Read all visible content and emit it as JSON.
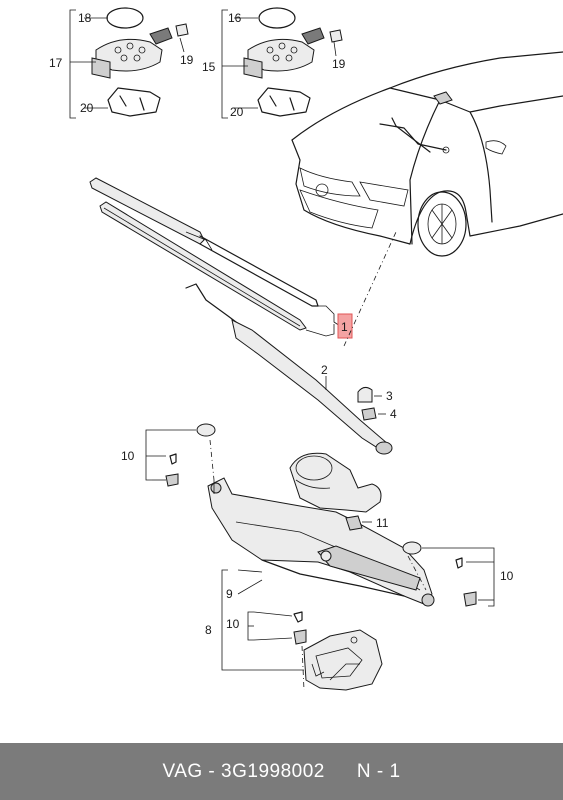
{
  "callouts": {
    "c1": "1",
    "c2": "2",
    "c3": "3",
    "c4": "4",
    "c8": "8",
    "c9": "9",
    "c10a": "10",
    "c10b": "10",
    "c10c": "10",
    "c11": "11",
    "c15": "15",
    "c16": "16",
    "c17": "17",
    "c18": "18",
    "c19a": "19",
    "c19b": "19",
    "c20a": "20",
    "c20b": "20"
  },
  "highlight_color": "#f4a3a3",
  "footer": {
    "brand_part": "VAG - 3G1998002",
    "qty": "N - 1",
    "background": "#7b7b7b"
  }
}
